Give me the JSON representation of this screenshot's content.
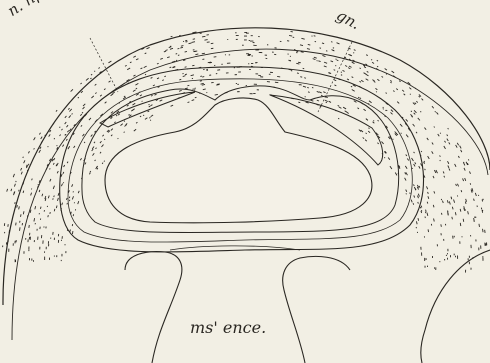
{
  "labels": {
    "n_npv": "n. npv.",
    "gn": "gn.",
    "mesencephalon": "ms' ence."
  },
  "colors": {
    "paper": "#f2efe4",
    "ink": "#2a2722"
  }
}
